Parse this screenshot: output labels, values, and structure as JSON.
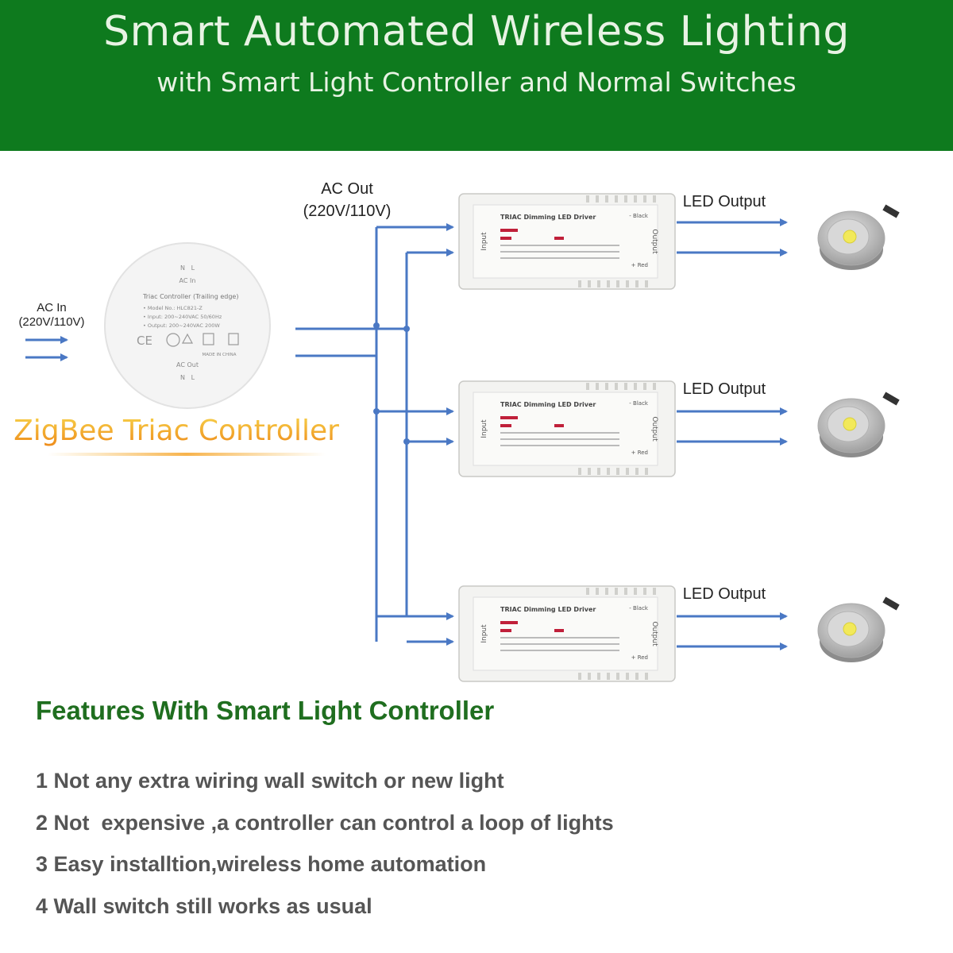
{
  "header": {
    "title": "Smart Automated Wireless Lighting",
    "subtitle": "with Smart Light Controller and Normal Switches"
  },
  "diagram": {
    "ac_in_label": "AC In",
    "ac_in_voltage": "(220V/110V)",
    "ac_out_label": "AC Out",
    "ac_out_voltage": "(220V/110V)",
    "controller": {
      "name": "ZigBee Triac Controller",
      "label_ac_in": "AC In",
      "label_ac_out": "AC Out",
      "terminals_top": "N   L",
      "terminals_bottom": "N   L",
      "model_title": "Triac Controller (Trailing edge)",
      "model_no": "• Model No.: HLC821-Z",
      "input": "• Input: 200~240VAC  50/60Hz",
      "output": "• Output: 200~240VAC 200W",
      "made_in": "MADE IN CHINA"
    },
    "driver": {
      "title": "TRIAC Dimming LED Driver",
      "input_label": "Input",
      "output_label": "Output",
      "black_label": "- Black",
      "red_label": "+ Red",
      "count": 3
    },
    "led_output_label": "LED Output"
  },
  "features": {
    "title": "Features With Smart Light Controller",
    "items": [
      "1 Not any extra wiring wall switch or new light",
      "2 Not  expensive ,a controller can control a loop of lights",
      "3 Easy installtion,wireless home automation",
      "4 Wall switch still works as usual"
    ]
  },
  "colors": {
    "banner": "#0e7a1e",
    "arrow": "#4a78c4",
    "feature_title": "#1f6e1f",
    "controller_label": "#f0a020"
  }
}
